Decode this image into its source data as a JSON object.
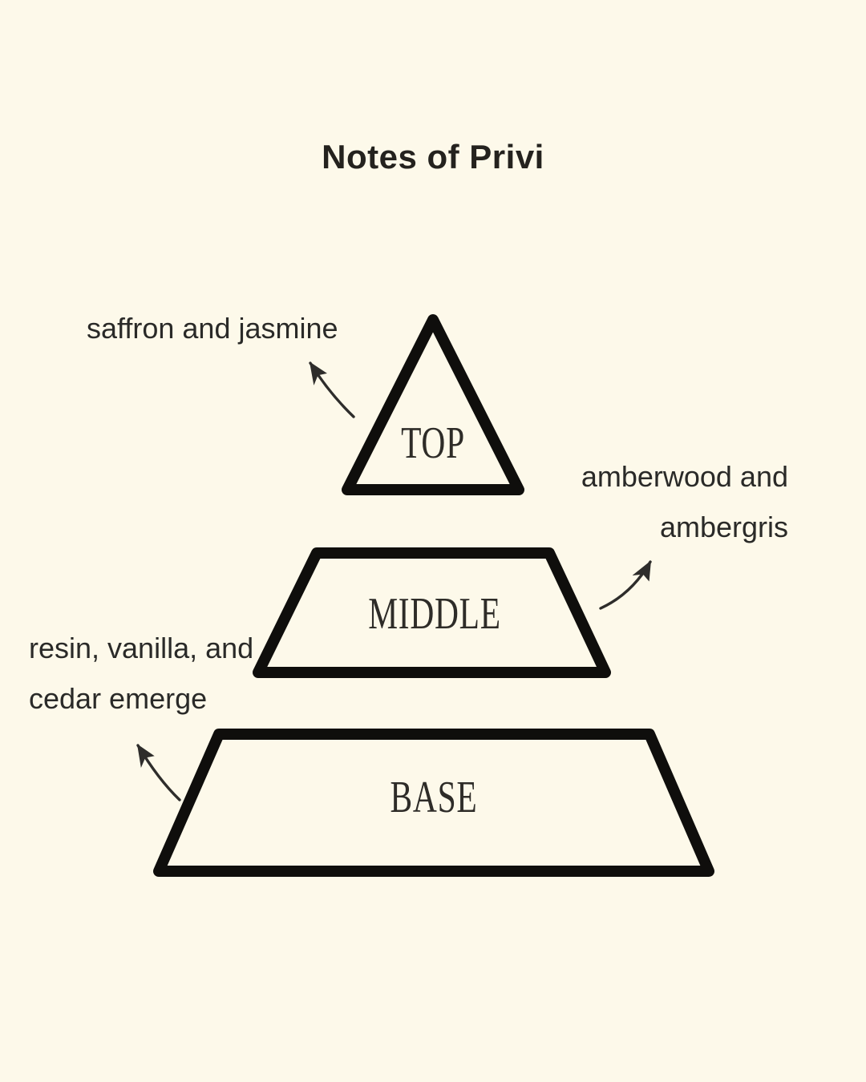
{
  "title": "Notes of Privi",
  "pyramid": {
    "levels": [
      {
        "name": "top",
        "label": "TOP"
      },
      {
        "name": "middle",
        "label": "MIDDLE"
      },
      {
        "name": "base",
        "label": "BASE"
      }
    ]
  },
  "annotations": {
    "top": {
      "line1": "saffron and jasmine"
    },
    "middle": {
      "line1": "amberwood and",
      "line2": "ambergris"
    },
    "base": {
      "line1": "resin, vanilla, and",
      "line2": "cedar emerge"
    }
  },
  "colors": {
    "background": "#fdf9ea",
    "outline": "#0f0e0c",
    "title_text": "#24221e",
    "label_text": "#2e2c28",
    "annotation_text": "#2a2a28",
    "arrow": "#2e2d2b"
  }
}
